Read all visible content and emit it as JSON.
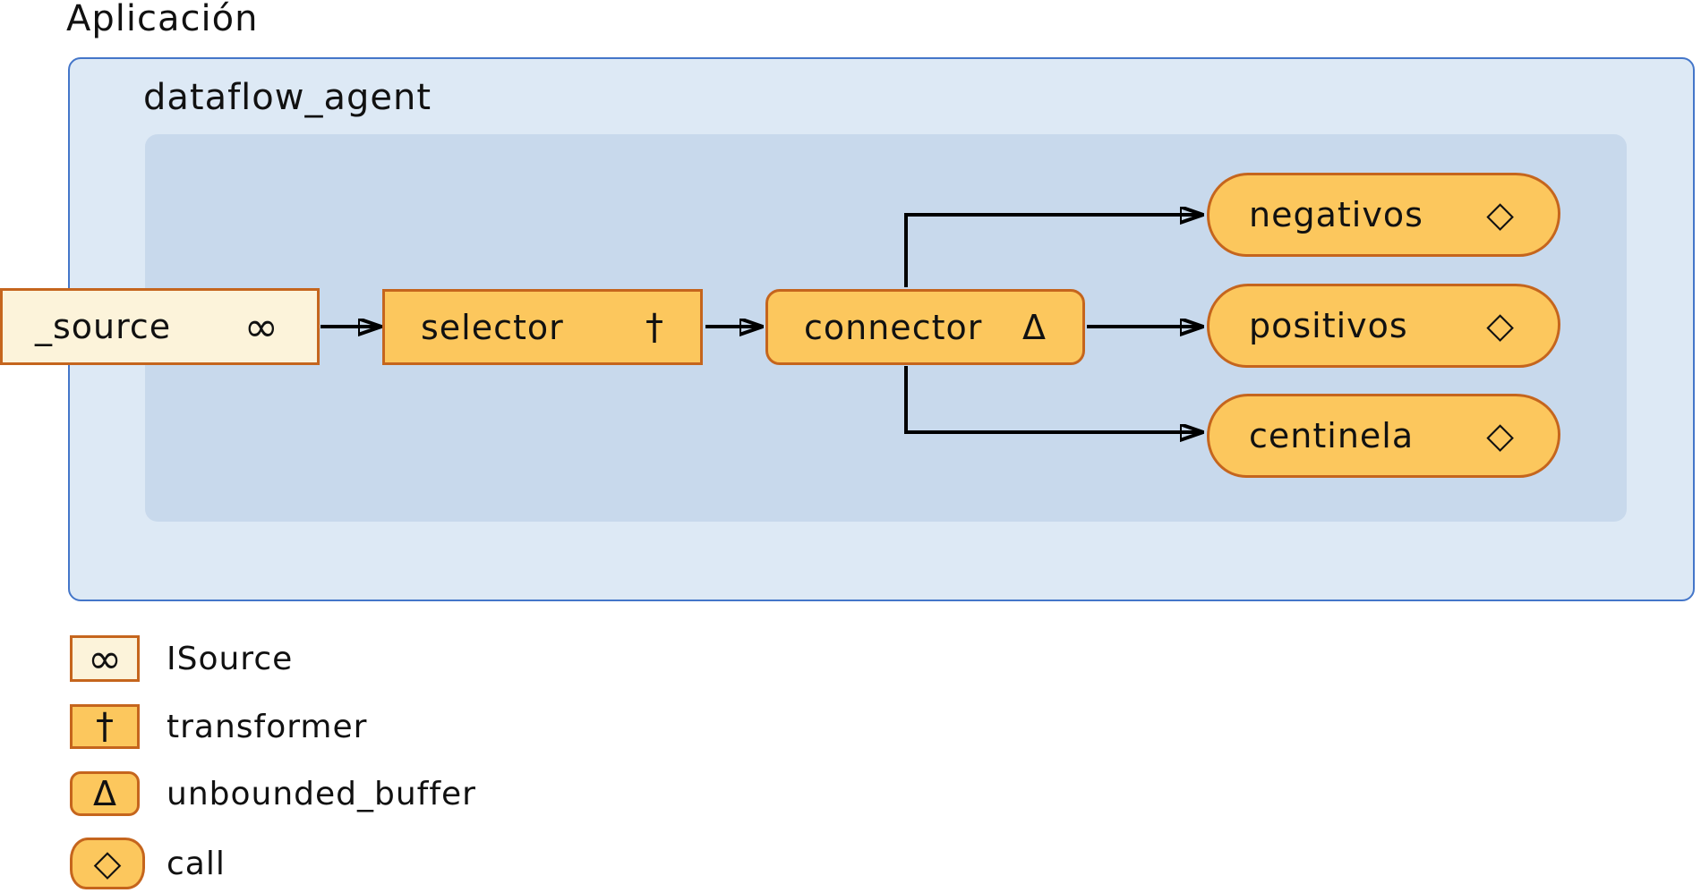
{
  "title": "Aplicación",
  "container": {
    "label": "dataflow_agent"
  },
  "nodes": {
    "source": {
      "label": "_source",
      "badge": "∞"
    },
    "selector": {
      "label": "selector",
      "badge": "†"
    },
    "connector": {
      "label": "connector",
      "badge": "Δ"
    },
    "negativos": {
      "label": "negativos",
      "badge": "◇"
    },
    "positivos": {
      "label": "positivos",
      "badge": "◇"
    },
    "centinela": {
      "label": "centinela",
      "badge": "◇"
    }
  },
  "edges": [
    {
      "from": "_source",
      "to": "selector"
    },
    {
      "from": "selector",
      "to": "connector"
    },
    {
      "from": "connector",
      "to": "negativos"
    },
    {
      "from": "connector",
      "to": "positivos"
    },
    {
      "from": "connector",
      "to": "centinela"
    }
  ],
  "legend": {
    "items": [
      {
        "symbol": "∞",
        "label": "ISource"
      },
      {
        "symbol": "†",
        "label": "transformer"
      },
      {
        "symbol": "Δ",
        "label": "unbounded_buffer"
      },
      {
        "symbol": "◇",
        "label": "call"
      }
    ]
  },
  "colors": {
    "node-fill": "#FCC75D",
    "node-border": "#C5651D",
    "source-fill": "#FCF3DA",
    "outer-fill": "#DDE9F5",
    "outer-border": "#4476C9",
    "inner-fill": "#C8D9EC",
    "edge": "#000000",
    "ink": "#111111"
  }
}
